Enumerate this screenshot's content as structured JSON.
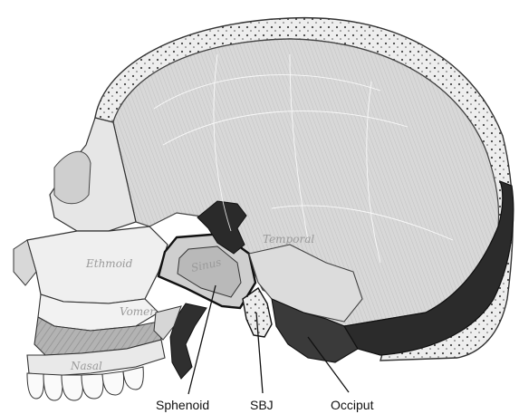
{
  "figure": {
    "bone_labels": {
      "ethmoid": "Ethmoid",
      "vomer": "Vomer",
      "temporal": "Temporal",
      "nasal": "Nasal",
      "sphenoid_sinus": "Sinus"
    },
    "callouts": {
      "sphenoid": "Sphenoid",
      "sbj": "SBJ",
      "occiput": "Occiput"
    }
  },
  "colors": {
    "ink": "#222222",
    "bone_light": "#ededed",
    "bone_mid": "#c9c9c9",
    "cranial_cavity": "#a9a9a9",
    "dark_bone": "#2a2a2a",
    "background": "#ffffff"
  }
}
